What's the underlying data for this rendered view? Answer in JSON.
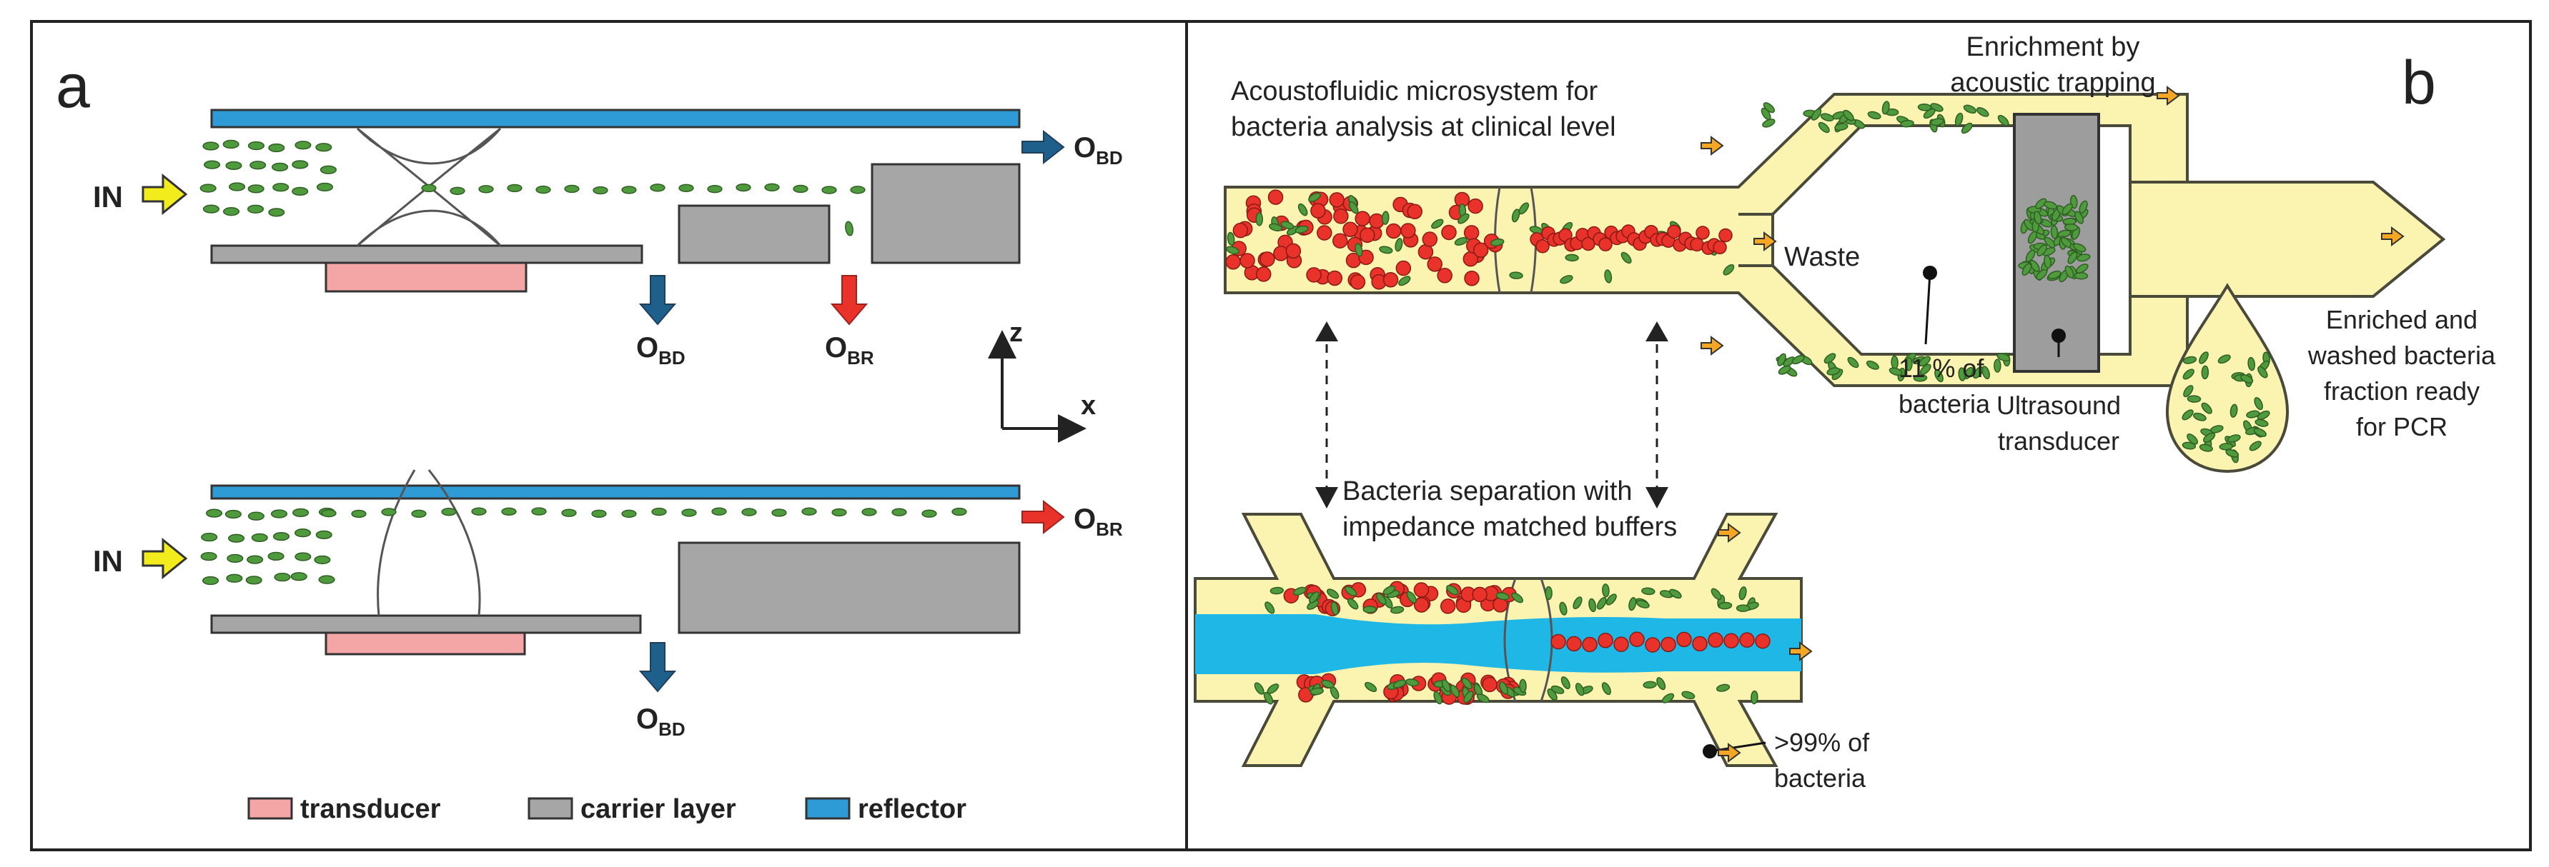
{
  "panel_a": {
    "letter": "a",
    "top_diagram": {
      "inlet_label": "IN",
      "outlet_right": {
        "main": "O",
        "sub": "BD"
      },
      "outlet_bottom_left": {
        "main": "O",
        "sub": "BD"
      },
      "outlet_bottom_right": {
        "main": "O",
        "sub": "BR"
      }
    },
    "axes": {
      "z": "z",
      "x": "x"
    },
    "bottom_diagram": {
      "inlet_label": "IN",
      "outlet_right": {
        "main": "O",
        "sub": "BR"
      },
      "outlet_bottom": {
        "main": "O",
        "sub": "BD"
      }
    },
    "legend": [
      {
        "label": "transducer",
        "color": "#f4a6a6"
      },
      {
        "label": "carrier layer",
        "color": "#a6a6a6"
      },
      {
        "label": "reflector",
        "color": "#2e9bd6"
      }
    ]
  },
  "panel_b": {
    "letter": "b",
    "caption_top_left": [
      "Acoustofluidic microsystem for",
      "bacteria analysis at clinical level"
    ],
    "caption_trapping": [
      "Enrichment by",
      "acoustic trapping"
    ],
    "waste_label": "Waste",
    "bacteria_11": [
      "11 % of",
      "bacteria"
    ],
    "ultrasound": [
      "Ultrasound",
      "transducer"
    ],
    "enriched": [
      "Enriched and",
      "washed bacteria",
      "fraction ready",
      "for PCR"
    ],
    "separation": [
      "Bacteria separation with",
      "impedance matched buffers"
    ],
    "bacteria_99": [
      ">99% of",
      "bacteria"
    ]
  },
  "colors": {
    "channel_fill": "#fbf3b0",
    "channel_stroke": "#4a4a3a",
    "buffer_blue": "#1fb7e6",
    "cell_red": "#e8322a",
    "bacteria_green": "#4f9a3c",
    "arrow_yellow": "#f2ec1c",
    "arrow_dark_blue": "#1f5f8b",
    "arrow_red": "#e8322a",
    "arrow_orange": "#f5a623"
  }
}
